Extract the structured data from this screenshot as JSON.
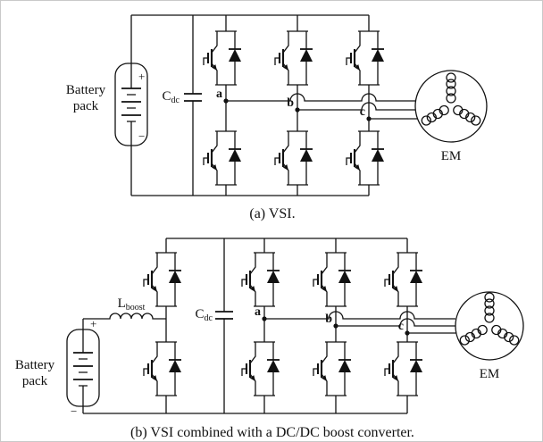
{
  "figure": {
    "background": "#ffffff",
    "line_color": "#111111"
  },
  "panel_a": {
    "caption": "(a) VSI.",
    "battery": {
      "line1": "Battery",
      "line2": "pack",
      "plus": "+",
      "minus": "−"
    },
    "capacitor": {
      "name": "C",
      "sub": "dc"
    },
    "phases": {
      "a": "a",
      "b": "b",
      "c": "c"
    },
    "motor": "EM"
  },
  "panel_b": {
    "caption": "(b) VSI combined with a DC/DC boost converter.",
    "battery": {
      "line1": "Battery",
      "line2": "pack",
      "plus": "+",
      "minus": "−"
    },
    "inductor": {
      "name": "L",
      "sub": "boost"
    },
    "capacitor": {
      "name": "C",
      "sub": "dc"
    },
    "phases": {
      "a": "a",
      "b": "b",
      "c": "c"
    },
    "motor": "EM"
  }
}
